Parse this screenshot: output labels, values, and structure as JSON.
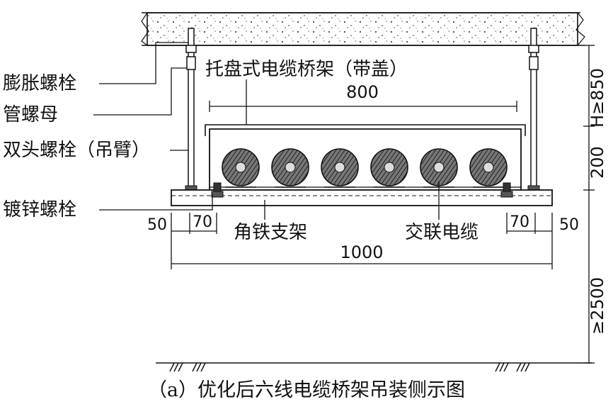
{
  "labels": {
    "expansion_bolt": "膨胀螺栓",
    "pipe_nut": "管螺母",
    "double_head_bolt": "双头螺栓（吊臂）",
    "galvanized_bolt": "镀锌螺栓",
    "tray_title": "托盘式电缆桥架（带盖）",
    "angle_bracket": "角铁支架",
    "xlpe_cable": "交联电缆"
  },
  "dimensions": {
    "tray_width": "800",
    "total_width": "1000",
    "left_margin": "50",
    "left_offset": "70",
    "right_offset": "70",
    "right_margin": "50",
    "height_top": "H≥850",
    "height_mid": "200",
    "height_bottom": "≥2500"
  },
  "caption": "（a）优化后六线电缆桥架吊装侧示图",
  "cable_count": 6,
  "colors": {
    "line": "#111111",
    "concrete": "#f2f2f2"
  }
}
